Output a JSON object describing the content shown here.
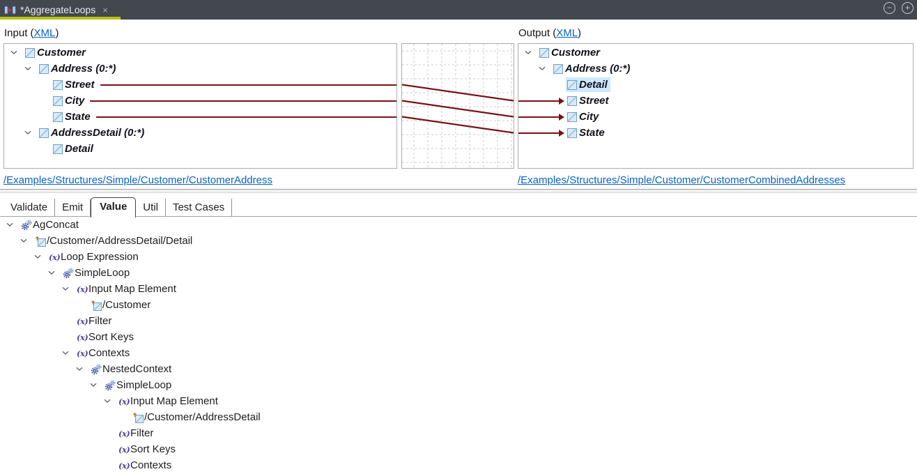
{
  "titlebar": {
    "tab_title": "*AggregateLoops",
    "close_glyph": "×",
    "minus_glyph": "−",
    "plus_glyph": "+"
  },
  "colors": {
    "accent_green": "#b5c30d",
    "titlebar_bg": "#42484e",
    "map_line_maroon": "#7a1115",
    "link_blue": "#0a63c2",
    "highlight_blue": "#cfe8fb"
  },
  "mapper": {
    "input": {
      "label_prefix": "Input (",
      "link_label": "XML",
      "label_suffix": ")",
      "path_link": "/Examples/Structures/Simple/Customer/CustomerAddress",
      "tree": [
        {
          "label": "Customer",
          "level": 0,
          "icon": "element-icon",
          "chevron": true
        },
        {
          "label": "Address (0:*)",
          "level": 1,
          "icon": "element-icon",
          "chevron": true
        },
        {
          "label": "Street",
          "level": 2,
          "icon": "element-icon",
          "chevron": false,
          "line_out": true
        },
        {
          "label": "City",
          "level": 2,
          "icon": "element-icon",
          "chevron": false,
          "line_out": true
        },
        {
          "label": "State",
          "level": 2,
          "icon": "element-icon",
          "chevron": false,
          "line_out": true
        },
        {
          "label": "AddressDetail (0:*)",
          "level": 1,
          "icon": "element-icon",
          "chevron": true
        },
        {
          "label": "Detail",
          "level": 2,
          "icon": "element-icon",
          "chevron": false
        }
      ]
    },
    "output": {
      "label_prefix": "Output (",
      "link_label": "XML",
      "label_suffix": ")",
      "path_link": "/Examples/Structures/Simple/Customer/CustomerCombinedAddresses",
      "tree": [
        {
          "label": "Customer",
          "level": 0,
          "icon": "element-icon",
          "chevron": true
        },
        {
          "label": "Address (0:*)",
          "level": 1,
          "icon": "element-icon",
          "chevron": true
        },
        {
          "label": "Detail",
          "level": 2,
          "icon": "element-icon",
          "chevron": false,
          "highlighted": true
        },
        {
          "label": "Street",
          "level": 2,
          "icon": "element-icon",
          "chevron": false,
          "arrow_in": true
        },
        {
          "label": "City",
          "level": 2,
          "icon": "element-icon",
          "chevron": false,
          "arrow_in": true
        },
        {
          "label": "State",
          "level": 2,
          "icon": "element-icon",
          "chevron": false,
          "arrow_in": true
        }
      ]
    },
    "links": [
      {
        "from_label": "Street",
        "from_index": 2,
        "to_label": "Street",
        "to_index": 3
      },
      {
        "from_label": "City",
        "from_index": 3,
        "to_label": "City",
        "to_index": 4
      },
      {
        "from_label": "State",
        "from_index": 4,
        "to_label": "State",
        "to_index": 5
      }
    ]
  },
  "tabs": [
    {
      "label": "Validate",
      "selected": false
    },
    {
      "label": "Emit",
      "selected": false
    },
    {
      "label": "Value",
      "selected": true
    },
    {
      "label": "Util",
      "selected": false
    },
    {
      "label": "Test Cases",
      "selected": false
    }
  ],
  "bottom_tree": [
    {
      "label": "AgConcat",
      "level": 0,
      "icon": "gears-icon",
      "chevron": true
    },
    {
      "label": "/Customer/AddressDetail/Detail",
      "level": 1,
      "icon": "element-path-icon",
      "chevron": true
    },
    {
      "label": "Loop Expression",
      "level": 2,
      "icon": "expression-icon",
      "chevron": true
    },
    {
      "label": "SimpleLoop",
      "level": 3,
      "icon": "gears-icon",
      "chevron": true
    },
    {
      "label": "Input Map Element",
      "level": 4,
      "icon": "expression-icon",
      "chevron": true
    },
    {
      "label": "/Customer",
      "level": 5,
      "icon": "element-path-icon",
      "chevron": false
    },
    {
      "label": "Filter",
      "level": 4,
      "icon": "expression-icon",
      "chevron": false
    },
    {
      "label": "Sort Keys",
      "level": 4,
      "icon": "expression-icon",
      "chevron": false
    },
    {
      "label": "Contexts",
      "level": 4,
      "icon": "expression-icon",
      "chevron": true
    },
    {
      "label": "NestedContext",
      "level": 5,
      "icon": "gears-icon",
      "chevron": true
    },
    {
      "label": "SimpleLoop",
      "level": 6,
      "icon": "gears-icon",
      "chevron": true
    },
    {
      "label": "Input Map Element",
      "level": 7,
      "icon": "expression-icon",
      "chevron": true
    },
    {
      "label": "/Customer/AddressDetail",
      "level": 8,
      "icon": "element-path-icon",
      "chevron": false
    },
    {
      "label": "Filter",
      "level": 7,
      "icon": "expression-icon",
      "chevron": false
    },
    {
      "label": "Sort Keys",
      "level": 7,
      "icon": "expression-icon",
      "chevron": false
    },
    {
      "label": "Contexts",
      "level": 7,
      "icon": "expression-icon",
      "chevron": false
    }
  ]
}
